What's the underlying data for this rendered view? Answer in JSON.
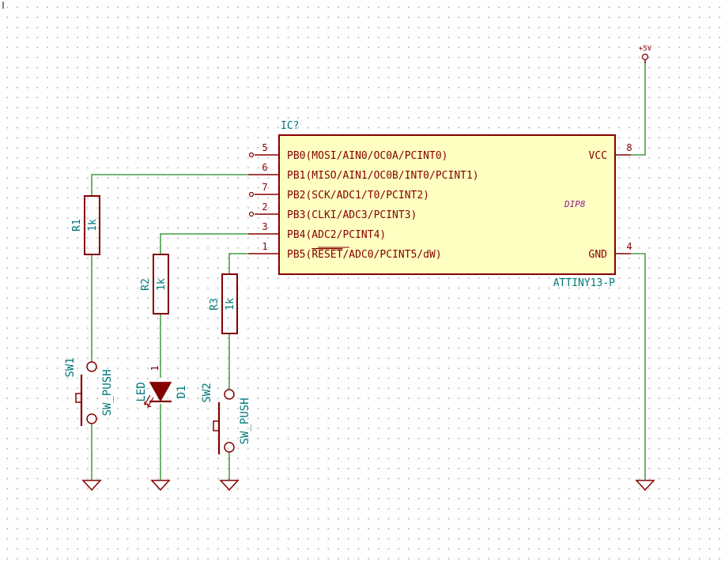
{
  "colors": {
    "wire": "#1f8a1f",
    "symbol": "#840000",
    "reference": "#00787a",
    "chip_fill": "#ffffc2",
    "footprint": "#8a2090"
  },
  "ic": {
    "ref": "IC?",
    "value": "ATTINY13-P",
    "footprint": "DIP8",
    "left_pins": [
      {
        "num": "5",
        "name": "PB0(MOSI/AIN0/OC0A/PCINT0)"
      },
      {
        "num": "6",
        "name": "PB1(MISO/AIN1/OC0B/INT0/PCINT1)"
      },
      {
        "num": "7",
        "name": "PB2(SCK/ADC1/T0/PCINT2)"
      },
      {
        "num": "2",
        "name": "PB3(CLKI/ADC3/PCINT3)"
      },
      {
        "num": "3",
        "name": "PB4(ADC2/PCINT4)"
      }
    ],
    "pb5": {
      "num": "1",
      "prefix": "PB5(",
      "overbar": "RESET",
      "suffix": "/ADC0/PCINT5/dW)"
    },
    "right_pins": [
      {
        "num": "8",
        "name": "VCC"
      },
      {
        "num": "4",
        "name": "GND"
      }
    ]
  },
  "power": {
    "label": "+5V"
  },
  "r1": {
    "ref": "R1",
    "value": "1k"
  },
  "r2": {
    "ref": "R2",
    "value": "1k"
  },
  "r3": {
    "ref": "R3",
    "value": "1k"
  },
  "sw1": {
    "ref": "SW1",
    "value": "SW_PUSH"
  },
  "sw2": {
    "ref": "SW2",
    "value": "SW_PUSH"
  },
  "d1": {
    "ref": "D1",
    "value": "LED",
    "pin": "1"
  }
}
